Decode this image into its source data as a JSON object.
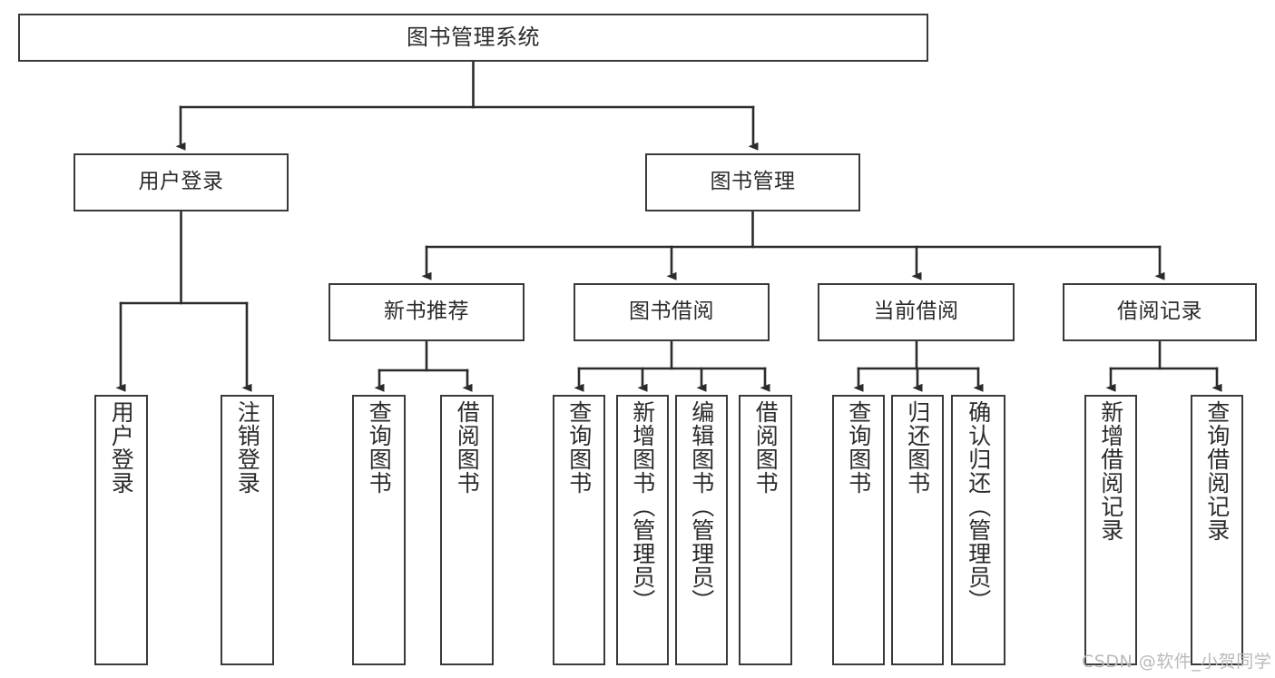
{
  "diagram": {
    "title": "图书管理系统",
    "type": "tree-hierarchy",
    "colors": {
      "box_border": "#3a3a3a",
      "box_fill": "#ffffff",
      "edge": "#2b2b2b",
      "text": "#2b2b2b",
      "watermark": "#b9b9b9",
      "background": "#ffffff"
    },
    "root": {
      "id": "root",
      "label": "图书管理系统"
    },
    "level2": [
      {
        "id": "user-login",
        "label": "用户登录"
      },
      {
        "id": "book-management",
        "label": "图书管理"
      }
    ],
    "level3": [
      {
        "id": "new-book-recommend",
        "label": "新书推荐"
      },
      {
        "id": "book-borrow",
        "label": "图书借阅"
      },
      {
        "id": "current-borrow",
        "label": "当前借阅"
      },
      {
        "id": "borrow-record",
        "label": "借阅记录"
      }
    ],
    "leaves": {
      "user_login": [
        {
          "id": "leaf-user-login",
          "label": "用户登录"
        },
        {
          "id": "leaf-logout-login",
          "label": "注销登录"
        }
      ],
      "new_book_recommend": [
        {
          "id": "leaf-query-book-1",
          "label": "查询图书"
        },
        {
          "id": "leaf-borrow-book-1",
          "label": "借阅图书"
        }
      ],
      "book_borrow": [
        {
          "id": "leaf-query-book-2",
          "label": "查询图书"
        },
        {
          "id": "leaf-add-book",
          "label": "新增图书（管理员）"
        },
        {
          "id": "leaf-edit-book",
          "label": "编辑图书（管理员）"
        },
        {
          "id": "leaf-borrow-book-2",
          "label": "借阅图书"
        }
      ],
      "current_borrow": [
        {
          "id": "leaf-query-book-3",
          "label": "查询图书"
        },
        {
          "id": "leaf-return-book",
          "label": "归还图书"
        },
        {
          "id": "leaf-confirm-return",
          "label": "确认归还（管理员）"
        }
      ],
      "borrow_record": [
        {
          "id": "leaf-add-record",
          "label": "新增借阅记录"
        },
        {
          "id": "leaf-query-record",
          "label": "查询借阅记录"
        }
      ]
    }
  },
  "watermark": {
    "text": "CSDN @软件_小贺同学"
  }
}
